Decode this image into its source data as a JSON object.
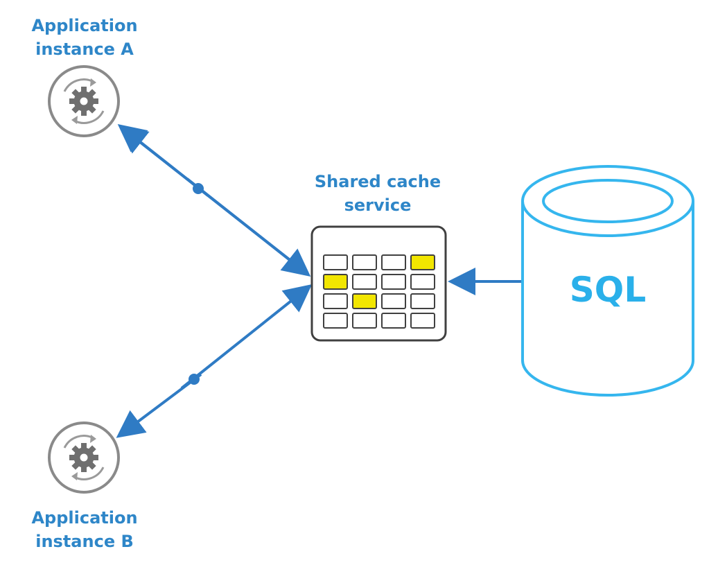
{
  "nodes": {
    "app_a": {
      "line1": "Application",
      "line2": "instance A",
      "icon": "gear-sync-icon"
    },
    "app_b": {
      "line1": "Application",
      "line2": "instance B",
      "icon": "gear-sync-icon"
    },
    "cache": {
      "line1": "Shared cache",
      "line2": "service",
      "icon": "cache-grid-icon"
    },
    "database": {
      "label": "SQL",
      "icon": "database-cylinder-icon"
    }
  },
  "colors": {
    "label_blue": "#2e86c8",
    "arrow_blue": "#2f7bc4",
    "sql_cyan": "#2ab0ea",
    "cell_highlight": "#f2e600",
    "icon_gray": "#6f6f6f"
  }
}
